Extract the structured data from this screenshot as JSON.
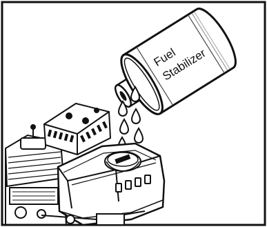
{
  "illustration": {
    "container_label_line1": "Fuel",
    "container_label_line2": "Stabilizer",
    "drop_count": 6
  },
  "colors": {
    "ink": "#111111",
    "paper": "#ffffff"
  }
}
